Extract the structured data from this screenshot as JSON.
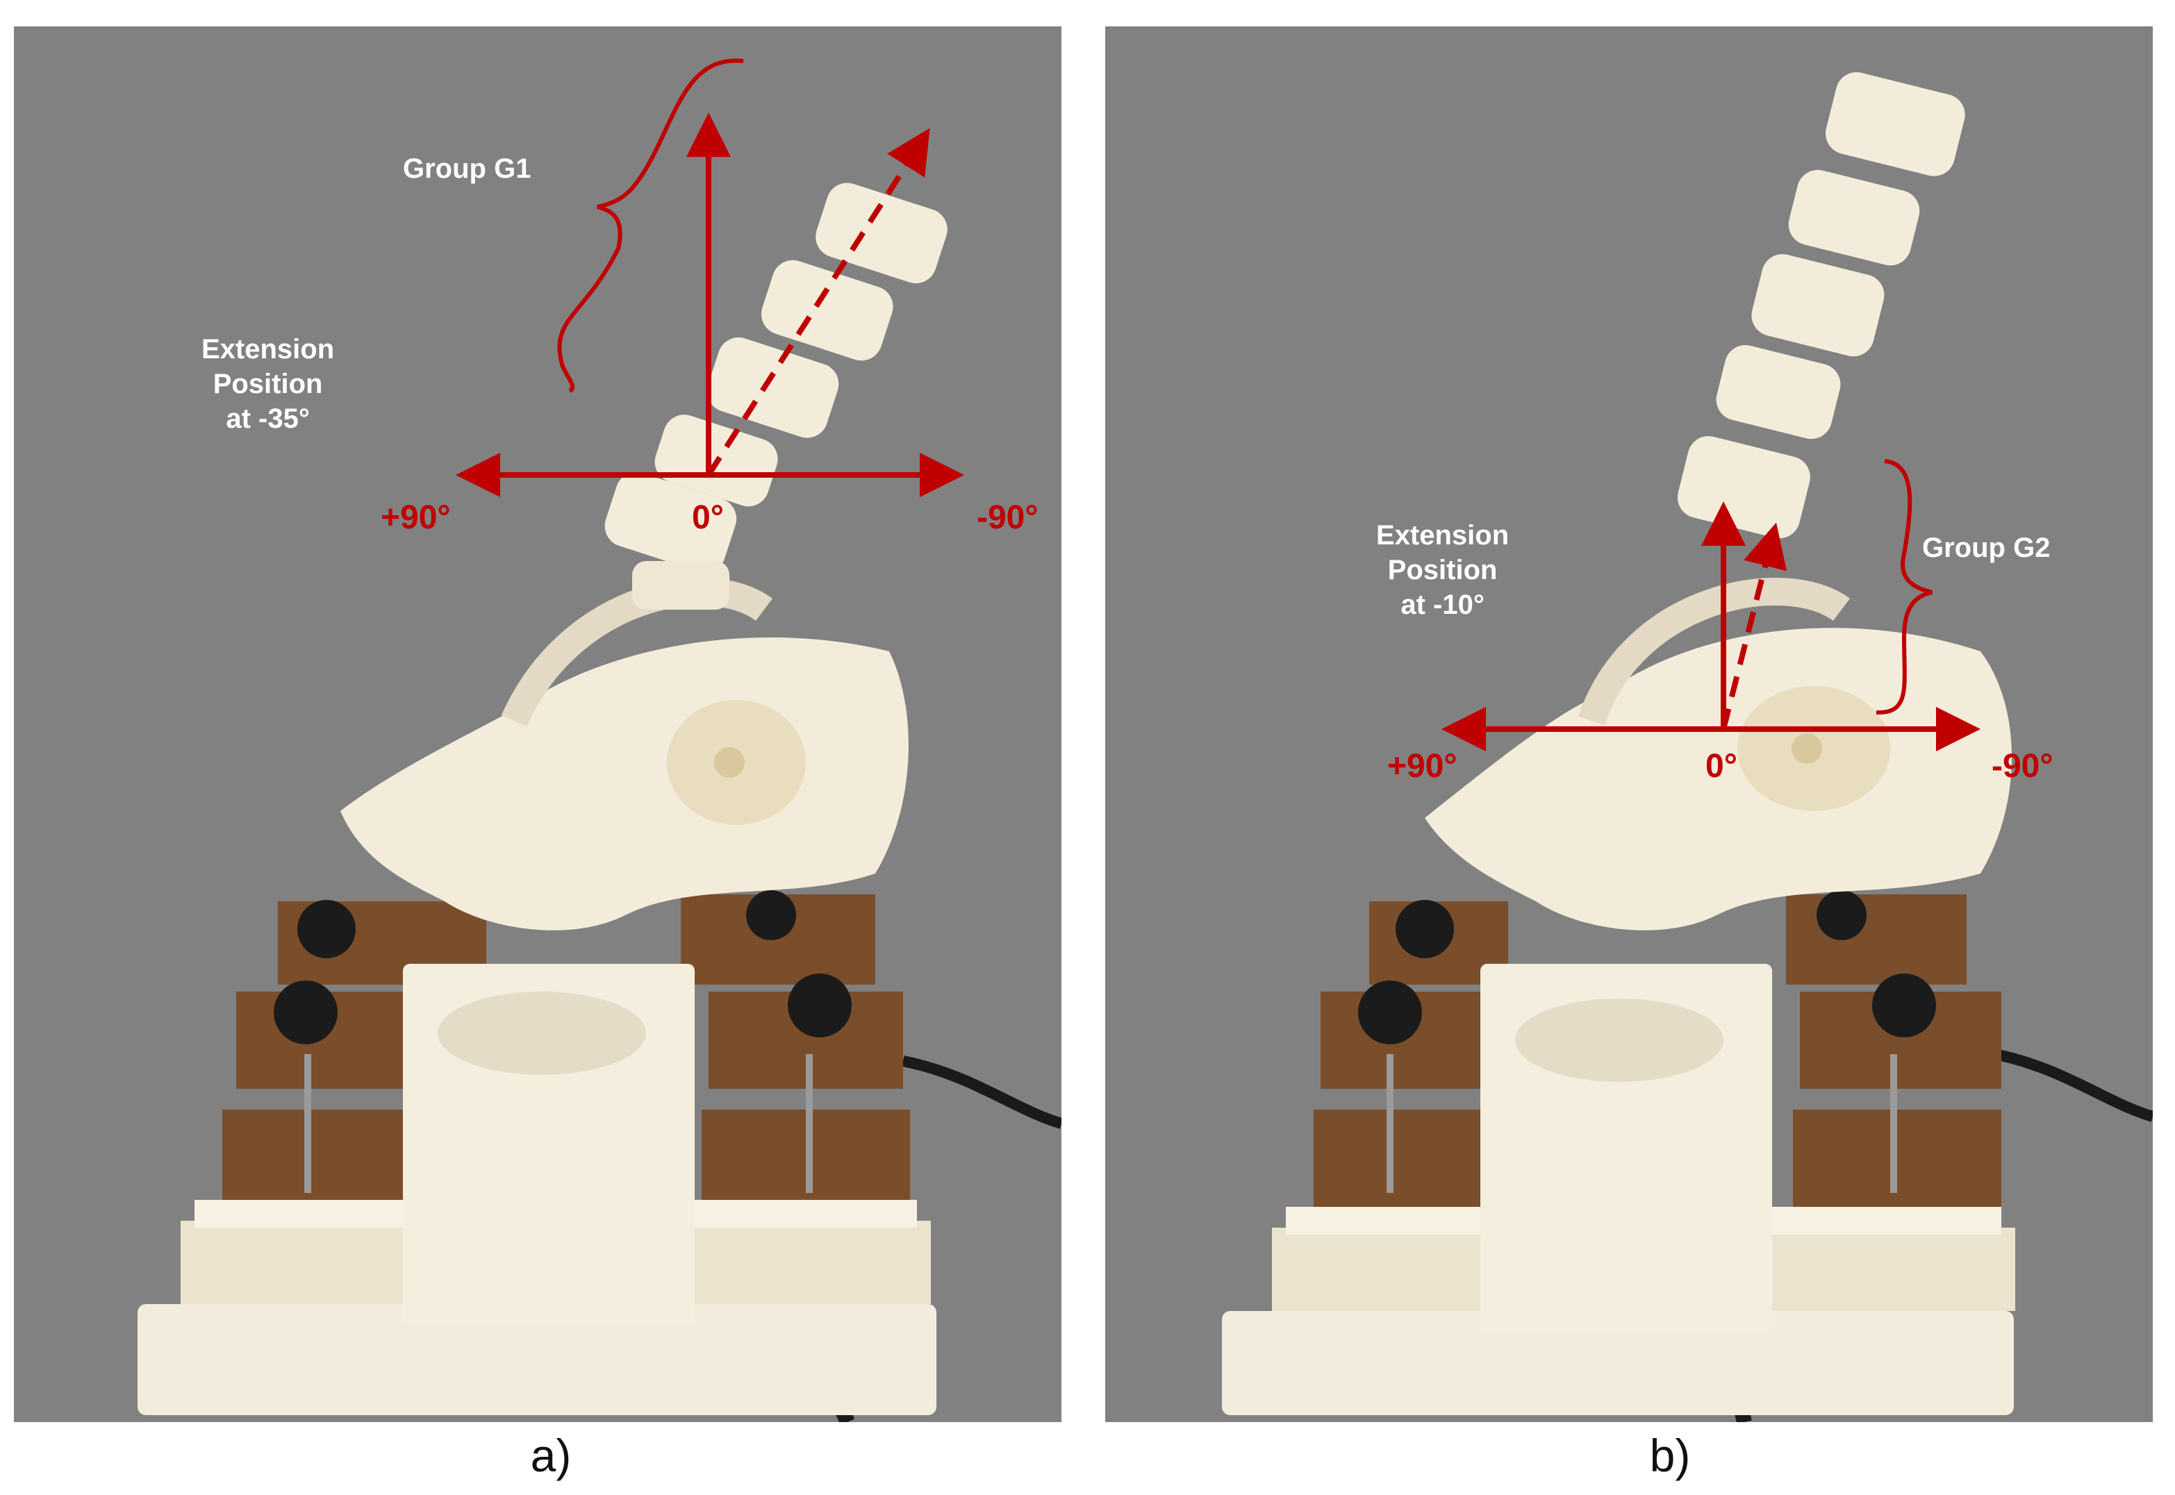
{
  "panels": [
    {
      "id": "a",
      "caption": "a)",
      "group_label": "Group G1",
      "position_label": "Extension\nPosition\nat -35°",
      "angle_left": "+90°",
      "angle_center": "0°",
      "angle_right": "-90°",
      "tilt_angle_deg": -35
    },
    {
      "id": "b",
      "caption": "b)",
      "group_label": "Group G2",
      "position_label": "Extension\nPosition\nat -10°",
      "angle_left": "+90°",
      "angle_center": "0°",
      "angle_right": "-90°",
      "tilt_angle_deg": -10
    }
  ],
  "colors": {
    "background": "#818181",
    "annotation": "#c00000",
    "label": "#ffffff",
    "robot": "#f2ead6",
    "board": "#7a4e2a"
  }
}
